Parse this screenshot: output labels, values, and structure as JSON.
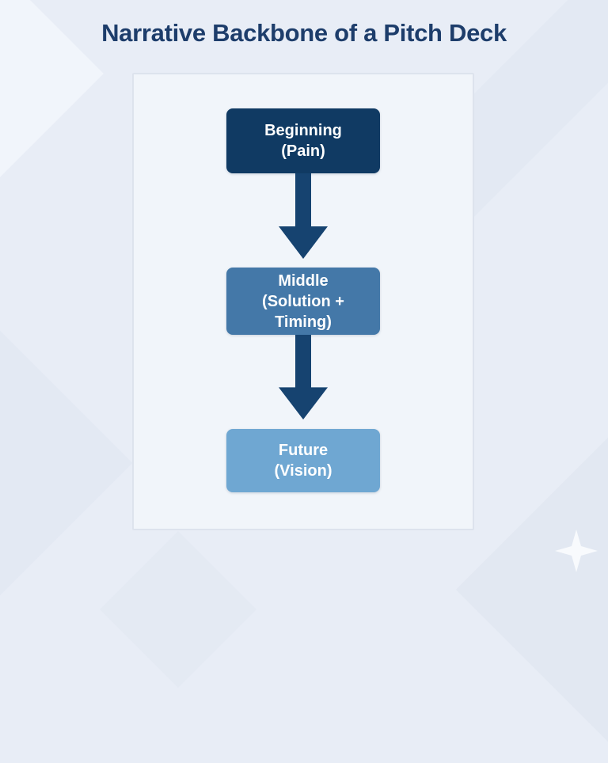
{
  "title": "Narrative Backbone of a Pitch Deck",
  "diagram": {
    "nodes": [
      {
        "id": "beginning",
        "text": "Beginning\n(Pain)",
        "color": "#103a63"
      },
      {
        "id": "middle",
        "text": "Middle\n(Solution +\nTiming)",
        "color": "#4478a8"
      },
      {
        "id": "future",
        "text": "Future\n(Vision)",
        "color": "#6fa7d2"
      }
    ],
    "connector_color": "#164370"
  },
  "colors": {
    "title": "#1d3d6b",
    "page_background": "#e8edf6",
    "panel_background": "#f1f5fa",
    "panel_border": "#dde3ed",
    "box_text": "#ffffff"
  }
}
